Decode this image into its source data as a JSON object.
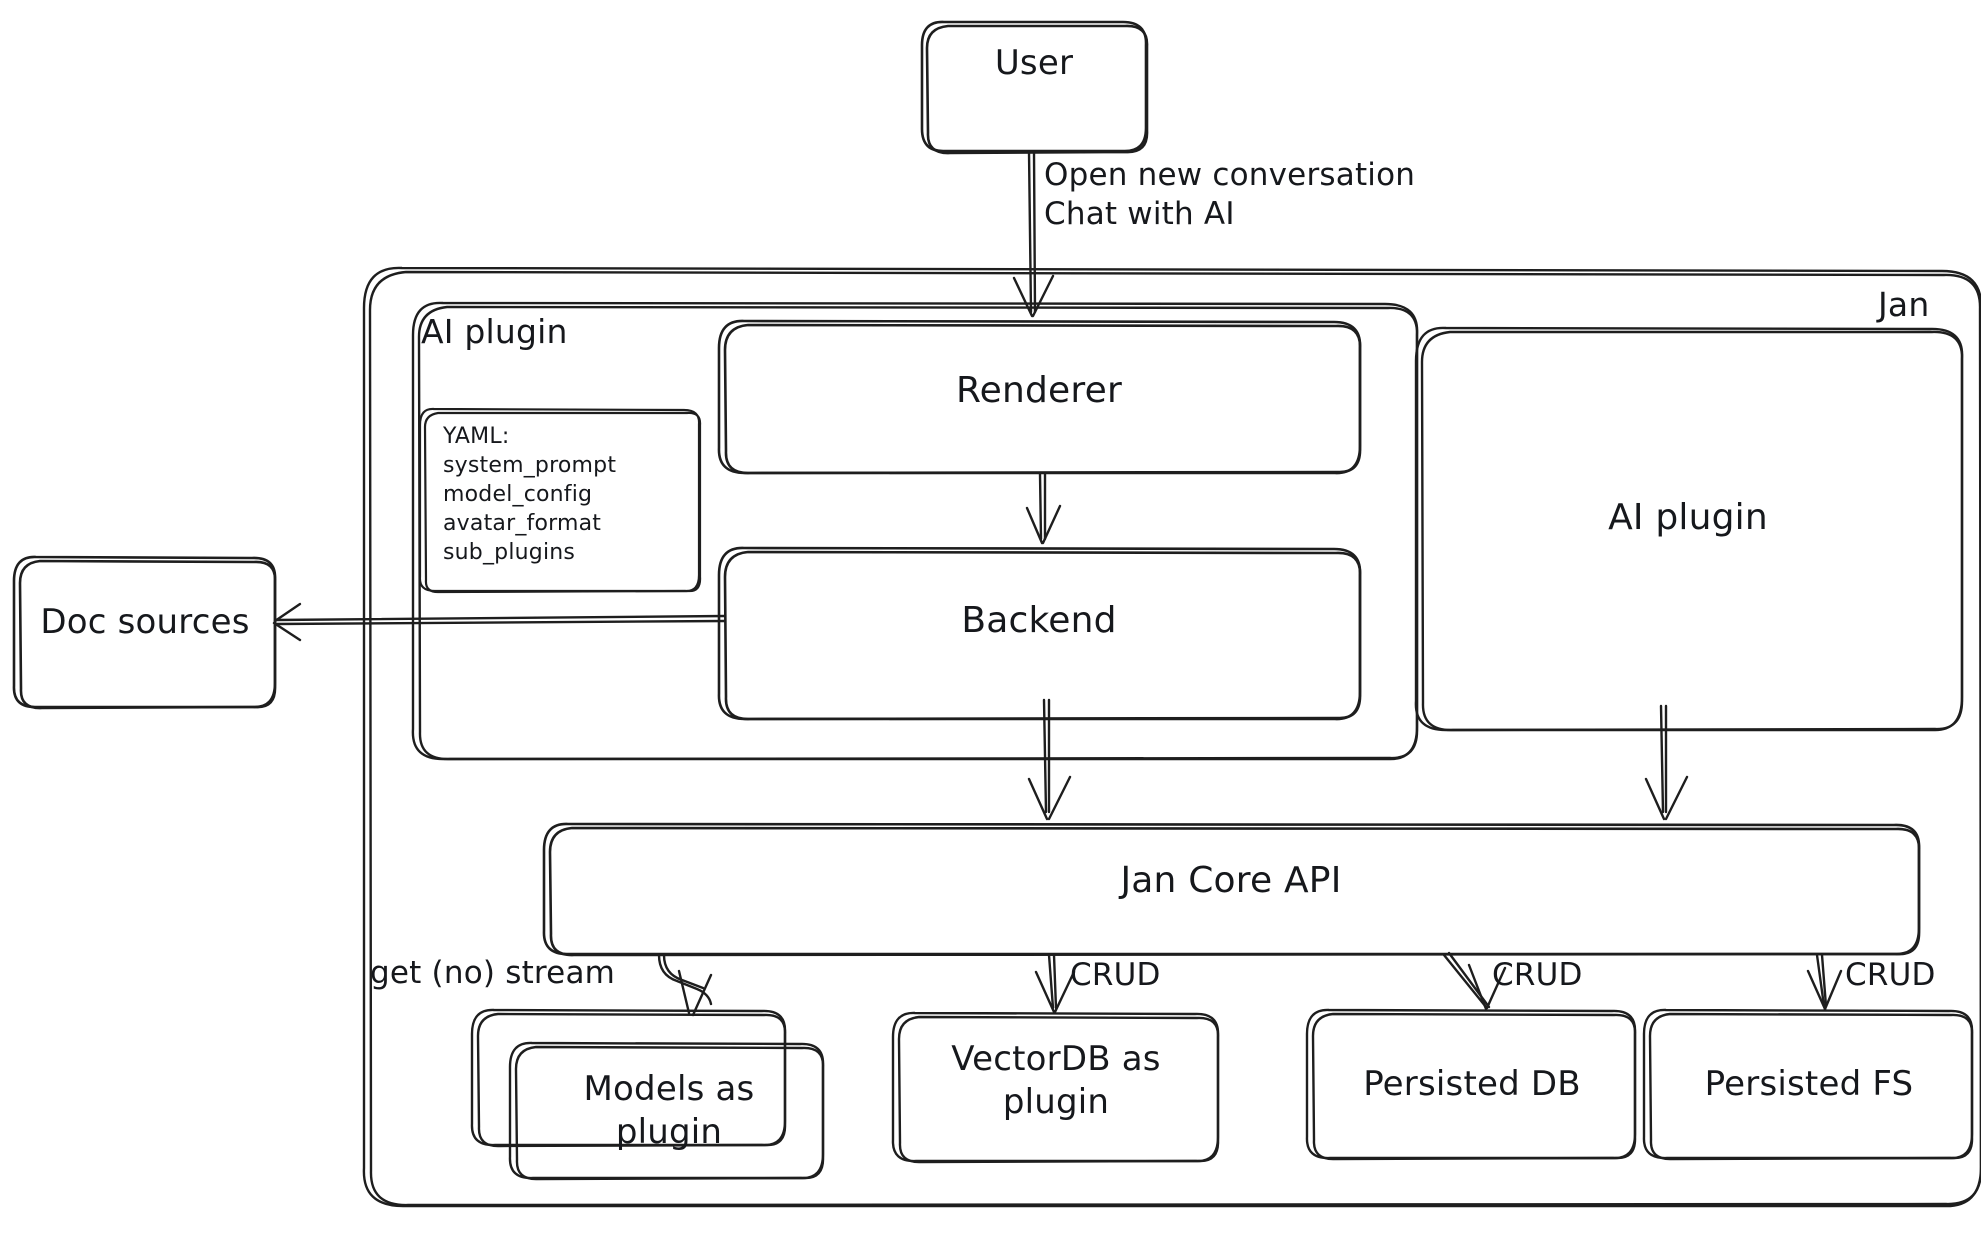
{
  "diagram": {
    "title_style": "hand-drawn architecture diagram",
    "stroke_color": "#1e1e1e",
    "background": "#ffffff"
  },
  "containers": {
    "jan": {
      "label": "Jan"
    },
    "ai_plugin_group": {
      "label": "AI plugin"
    }
  },
  "nodes": {
    "user": {
      "label": "User"
    },
    "renderer": {
      "label": "Renderer"
    },
    "backend": {
      "label": "Backend"
    },
    "ai_plugin_box": {
      "label": "AI plugin"
    },
    "doc_sources": {
      "label": "Doc sources"
    },
    "jan_core_api": {
      "label": "Jan Core API"
    },
    "models": {
      "label": "Models as\nplugin"
    },
    "vectordb": {
      "label": "VectorDB as\nplugin"
    },
    "persisted_db": {
      "label": "Persisted DB"
    },
    "persisted_fs": {
      "label": "Persisted FS"
    },
    "yaml": {
      "label": "YAML:\nsystem_prompt\nmodel_config\navatar_format\nsub_plugins"
    }
  },
  "edges": {
    "user_to_renderer": {
      "label": "Open new conversation\nChat with AI"
    },
    "core_to_models": {
      "label": "get (no) stream"
    },
    "core_to_vectordb": {
      "label": "CRUD"
    },
    "core_to_persisted_db": {
      "label": "CRUD"
    },
    "core_to_persisted_fs": {
      "label": "CRUD"
    },
    "renderer_to_backend": {
      "label": ""
    },
    "backend_to_core": {
      "label": ""
    },
    "backend_to_doc_sources": {
      "label": ""
    },
    "ai_plugin_to_core": {
      "label": ""
    }
  }
}
